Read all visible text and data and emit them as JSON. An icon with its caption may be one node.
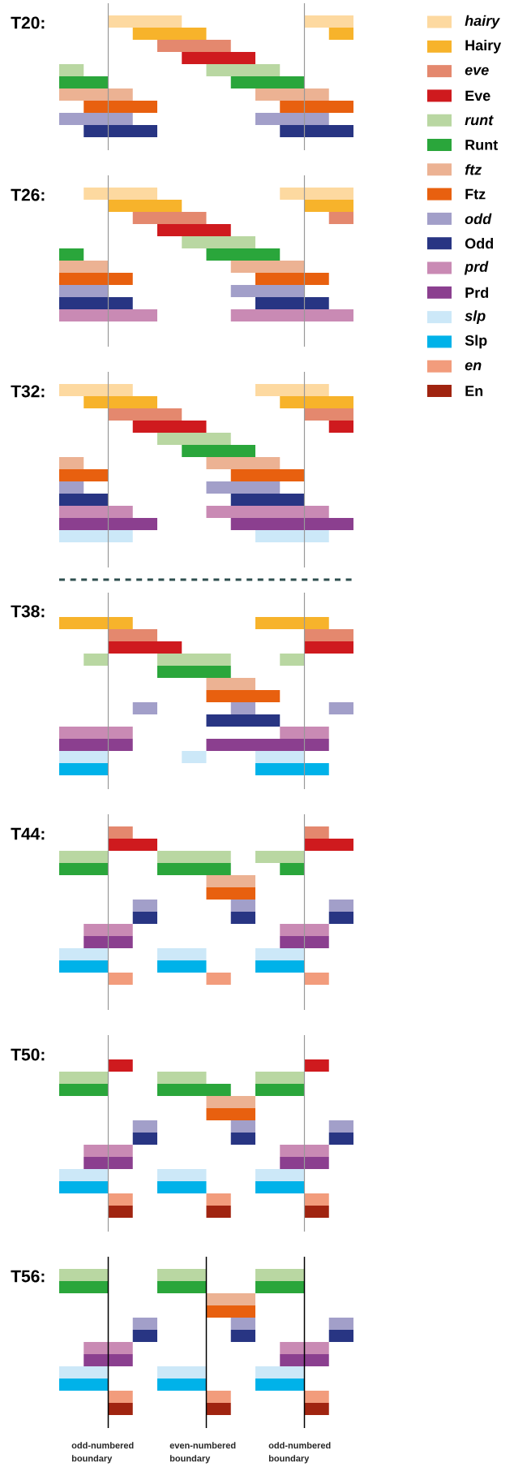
{
  "diagram": {
    "labels": [
      "T20:",
      "T26:",
      "T32:",
      "T38:",
      "T44:",
      "T50:",
      "T56:",
      "odd-numbered boundary",
      "even-numbered boundary",
      "odd-numbered boundary"
    ],
    "legend": [
      {
        "text": "hairy",
        "color": "#fdd9a0"
      },
      {
        "text": "Hairy",
        "color": "#f7b32b"
      },
      {
        "text": "eve",
        "color": "#e4886e"
      },
      {
        "text": "Eve",
        "color": "#cf1a1e"
      },
      {
        "text": "runt",
        "color": "#b9d7a2"
      },
      {
        "text": "Runt",
        "color": "#2aa63b"
      },
      {
        "text": "ftz",
        "color": "#ecb293"
      },
      {
        "text": "Ftz",
        "color": "#e8600f"
      },
      {
        "text": "odd",
        "color": "#a29fc9"
      },
      {
        "text": "Odd",
        "color": "#283583"
      },
      {
        "text": "prd",
        "color": "#c98ab4"
      },
      {
        "text": "Prd",
        "color": "#8b3f8f"
      },
      {
        "text": "slp",
        "color": "#cce8f8"
      },
      {
        "text": "Slp",
        "color": "#00b2e9"
      },
      {
        "text": "en",
        "color": "#f29c7c"
      },
      {
        "text": "En",
        "color": "#a02410"
      }
    ]
  }
}
